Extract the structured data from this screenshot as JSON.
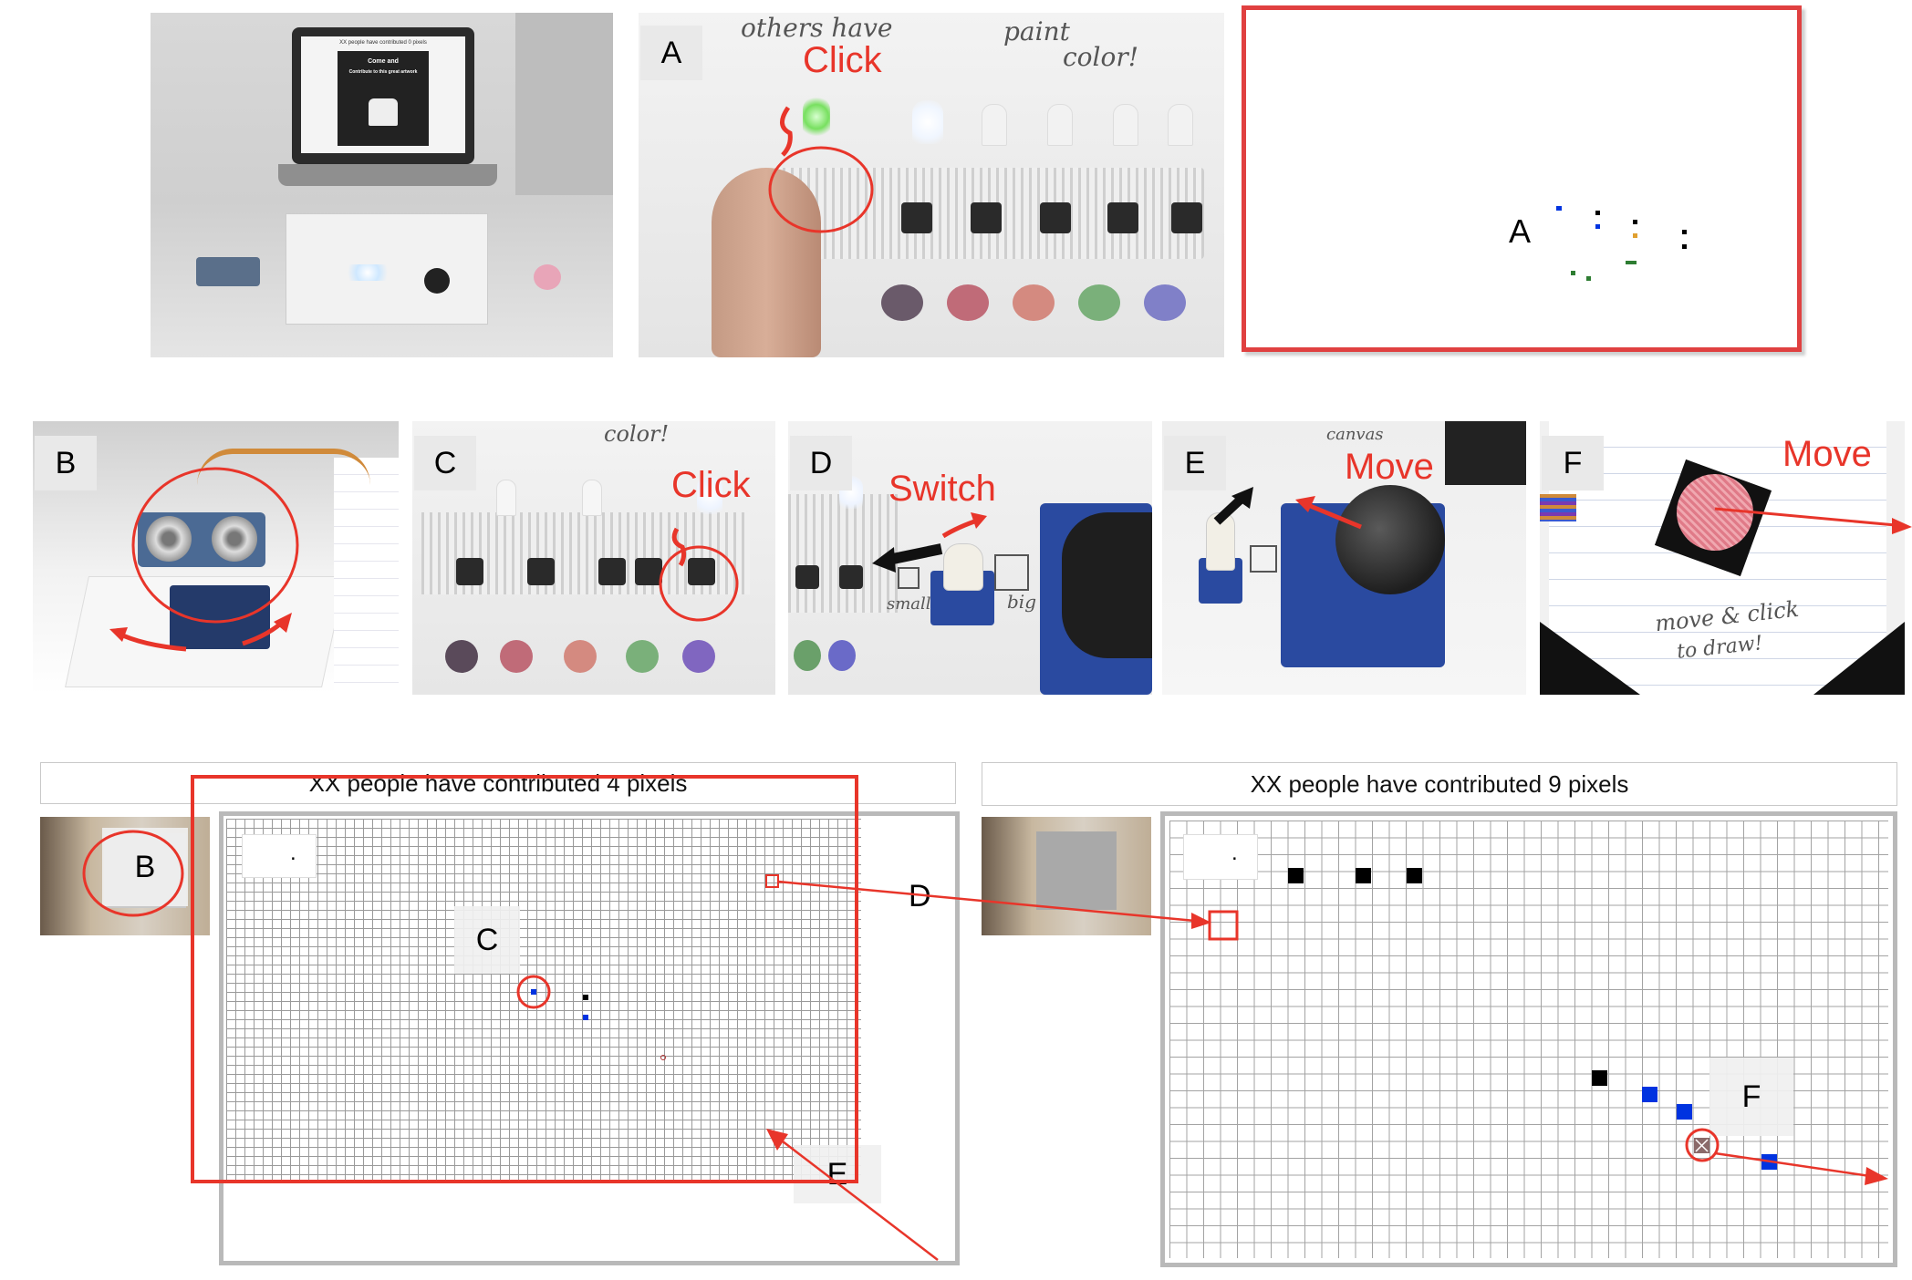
{
  "panels": {
    "A": "A",
    "B": "B",
    "C": "C",
    "D": "D",
    "E": "E",
    "F": "F"
  },
  "actions": {
    "click_a": "Click",
    "click_c": "Click",
    "switch_d": "Switch",
    "move_e": "Move",
    "move_f": "Move"
  },
  "laptop_screen": {
    "header": "XX people have contributed 0 pixels",
    "line1": "Come and",
    "line2": "Contribute to this great artwork"
  },
  "handwritten": {
    "a1": "others have",
    "a2": "paint",
    "a3": "color!",
    "c1": "color!",
    "d_small": "small",
    "d_big": "big",
    "e_canvas": "canvas",
    "f_line1": "move & click",
    "f_line2": "to draw!"
  },
  "left_panel": {
    "title": "XX people have contributed 4 pixels",
    "dot": ".",
    "callouts": {
      "b": "B",
      "c": "C",
      "e": "E"
    }
  },
  "right_panel": {
    "title": "XX people have contributed 9 pixels",
    "dot": ".",
    "callouts": {
      "d": "D",
      "f": "F"
    }
  },
  "colors": {
    "annotation_red": "#e8352a",
    "pixel_blue": "#0033e0",
    "pixel_black": "#000000",
    "pixel_orange": "#e0a030",
    "pixel_green": "#2e7d32",
    "grid_border": "#b9b9b9"
  }
}
